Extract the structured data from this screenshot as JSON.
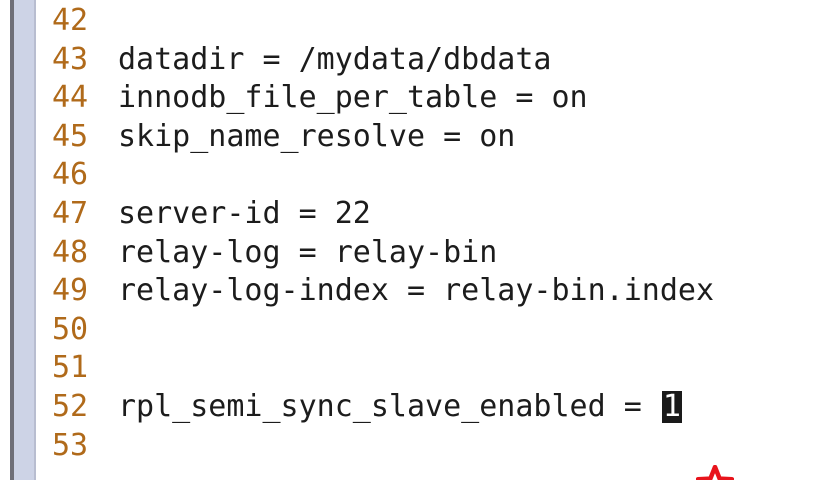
{
  "editor": {
    "lines": [
      {
        "number": "42",
        "text": ""
      },
      {
        "number": "43",
        "text": "datadir = /mydata/dbdata"
      },
      {
        "number": "44",
        "text": "innodb_file_per_table = on"
      },
      {
        "number": "45",
        "text": "skip_name_resolve = on"
      },
      {
        "number": "46",
        "text": ""
      },
      {
        "number": "47",
        "text": "server-id = 22"
      },
      {
        "number": "48",
        "text": "relay-log = relay-bin"
      },
      {
        "number": "49",
        "text": "relay-log-index = relay-bin.index"
      },
      {
        "number": "50",
        "text": ""
      },
      {
        "number": "51",
        "text": ""
      },
      {
        "number": "52",
        "text": "rpl_semi_sync_slave_enabled = ",
        "cursor_char": "1"
      },
      {
        "number": "53",
        "text": ""
      }
    ],
    "annotation_icon": "star-outline-icon",
    "colors": {
      "line_number": "#b06a1a",
      "text": "#1c1c1c",
      "gutter": "#cdd3e6",
      "star": "#e8141c"
    }
  }
}
